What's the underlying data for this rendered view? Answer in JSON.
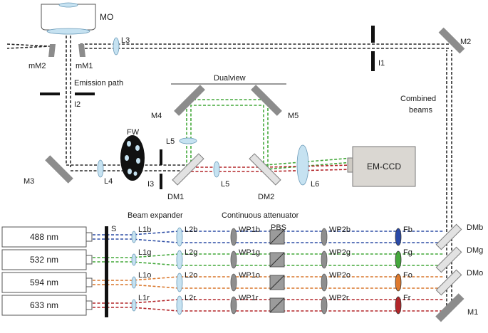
{
  "colors": {
    "beam_combined": "#2a2a2a",
    "beam_488": "#2f4fa6",
    "beam_532": "#43a83a",
    "beam_594": "#d9772c",
    "beam_633": "#b3262a",
    "lens": "#c6e2f1",
    "mirror": "#8c8c8c",
    "camera": "#dad7d2"
  },
  "labels": {
    "mo": "MO",
    "mm1": "mM1",
    "mm2": "mM2",
    "l3": "L3",
    "i1": "I1",
    "m2": "M2",
    "emission_path": "Emission path",
    "i2": "I2",
    "dualview": "Dualview",
    "m4": "M4",
    "m5": "M5",
    "combined_beams_1": "Combined",
    "combined_beams_2": "beams",
    "fw": "FW",
    "l5a": "L5",
    "l5b": "L5",
    "m3": "M3",
    "l4": "L4",
    "i3": "I3",
    "dm1": "DM1",
    "dm2": "DM2",
    "l6": "L6",
    "emccd": "EM-CCD",
    "beam_expander": "Beam expander",
    "continuous_attenuator": "Continuous attenuator",
    "s": "S",
    "pbs": "PBS",
    "m1": "M1"
  },
  "lines": [
    {
      "laser": "488 nm",
      "l1": "L1b",
      "l2": "L2b",
      "wp1": "WP1b",
      "wp2": "WP2b",
      "f": "Fb",
      "dm": "DMb"
    },
    {
      "laser": "532 nm",
      "l1": "L1g",
      "l2": "L2g",
      "wp1": "WP1g",
      "wp2": "WP2g",
      "f": "Fg",
      "dm": "DMg"
    },
    {
      "laser": "594 nm",
      "l1": "L1o",
      "l2": "L2o",
      "wp1": "WP1o",
      "wp2": "WP2o",
      "f": "Fo",
      "dm": "DMo"
    },
    {
      "laser": "633 nm",
      "l1": "L1r",
      "l2": "L2r",
      "wp1": "WP1r",
      "wp2": "WP2r",
      "f": "Fr",
      "dm": null
    }
  ]
}
